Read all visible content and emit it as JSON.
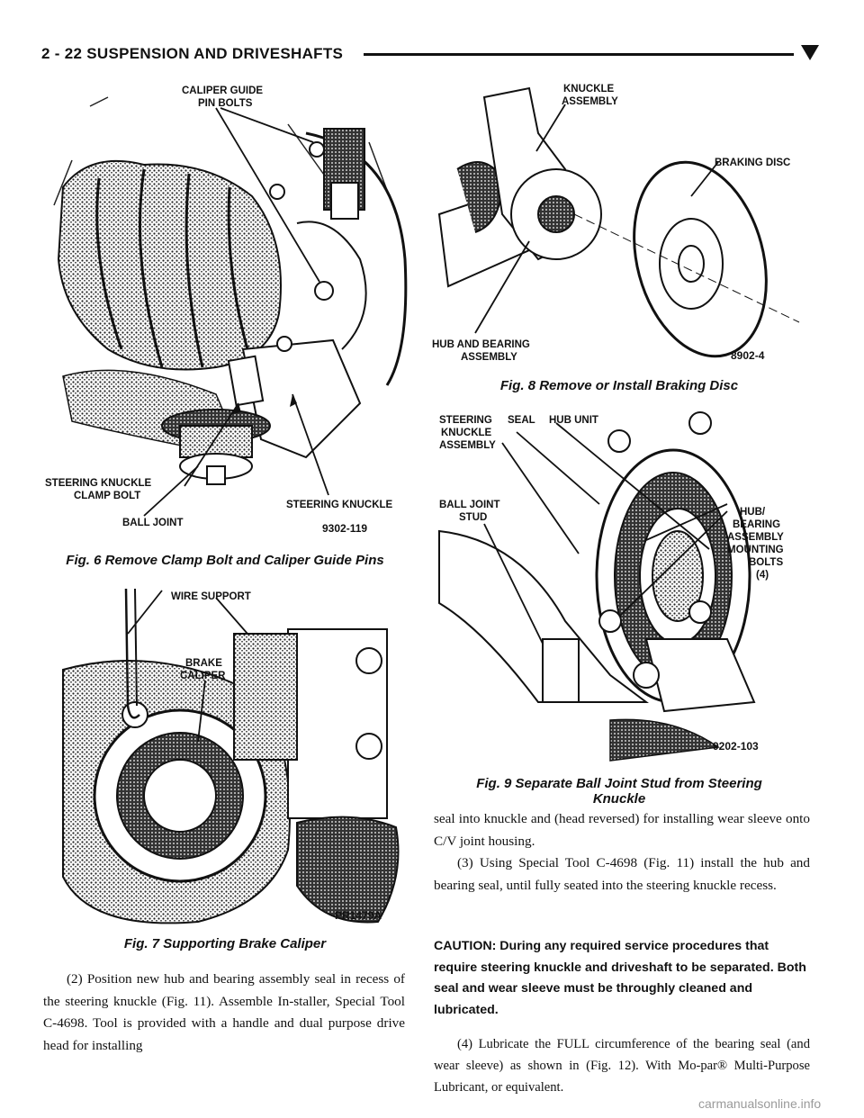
{
  "header": {
    "page_label": "2 - 22   SUSPENSION AND DRIVESHAFTS"
  },
  "fig6": {
    "labels": {
      "caliper_guide_pin_bolts_1": "CALIPER GUIDE",
      "caliper_guide_pin_bolts_2": "PIN BOLTS",
      "steering_knuckle_clamp_bolt_1": "STEERING KNUCKLE",
      "steering_knuckle_clamp_bolt_2": "CLAMP BOLT",
      "ball_joint": "BALL JOINT",
      "steering_knuckle": "STEERING KNUCKLE"
    },
    "code": "9302-119",
    "caption": "Fig. 6 Remove Clamp Bolt and Caliper Guide Pins"
  },
  "fig7": {
    "labels": {
      "wire_support": "WIRE SUPPORT",
      "brake_caliper_1": "BRAKE",
      "brake_caliper_2": "CALIPER"
    },
    "code": "PR1479A",
    "caption": "Fig. 7 Supporting Brake Caliper"
  },
  "fig8": {
    "labels": {
      "knuckle_assembly_1": "KNUCKLE",
      "knuckle_assembly_2": "ASSEMBLY",
      "braking_disc": "BRAKING DISC",
      "hub_bearing_1": "HUB AND BEARING",
      "hub_bearing_2": "ASSEMBLY"
    },
    "code": "8902-4",
    "caption": "Fig. 8 Remove or Install Braking Disc"
  },
  "fig9": {
    "labels": {
      "steering_knuckle_assembly_1": "STEERING",
      "steering_knuckle_assembly_2": "KNUCKLE",
      "steering_knuckle_assembly_3": "ASSEMBLY",
      "seal": "SEAL",
      "hub_unit": "HUB UNIT",
      "ball_joint_stud_1": "BALL JOINT",
      "ball_joint_stud_2": "STUD",
      "mounting_bolts_1": "HUB/",
      "mounting_bolts_2": "BEARING",
      "mounting_bolts_3": "ASSEMBLY",
      "mounting_bolts_4": "MOUNTING",
      "mounting_bolts_5": "BOLTS",
      "mounting_bolts_6": "(4)"
    },
    "code": "9202-103",
    "caption_line1": "Fig. 9 Separate Ball Joint Stud from Steering",
    "caption_line2": "Knuckle"
  },
  "body": {
    "step2": "(2) Position new hub and bearing assembly seal in recess of the steering knuckle (Fig. 11). Assemble In-staller, Special Tool C-4698. Tool is provided with a handle and dual purpose drive head for installing",
    "step2_cont": "seal into knuckle and (head reversed) for installing wear sleeve onto C/V joint housing.",
    "step3": "(3) Using Special Tool C-4698 (Fig. 11) install the hub and bearing seal, until fully seated into the steering knuckle recess.",
    "caution": "CAUTION: During any required service procedures that require steering knuckle and driveshaft to be separated. Both seal and wear sleeve must be throughly cleaned and lubricated.",
    "step4": "(4) Lubricate the FULL circumference of the bearing seal (and wear sleeve) as shown in (Fig. 12). With Mo-par® Multi-Purpose Lubricant, or equivalent."
  },
  "watermark": "carmanualsonline.info"
}
